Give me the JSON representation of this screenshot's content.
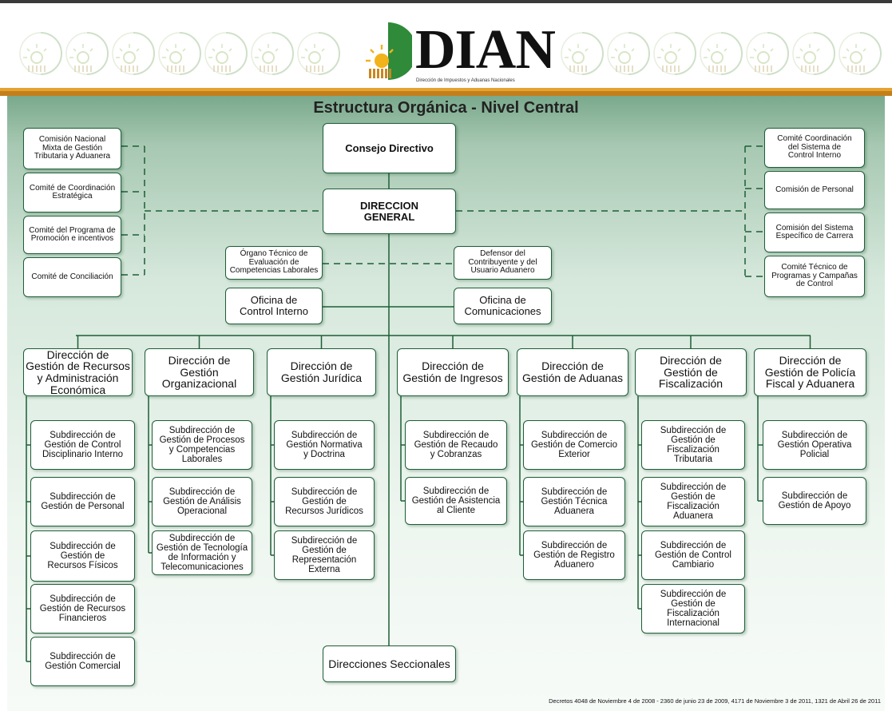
{
  "header": {
    "logo_text": "DIAN",
    "logo_subtitle": "Dirección de Impuestos y Aduanas Nacionales",
    "icon": "sun-logo-icon"
  },
  "title": "Estructura Orgánica - Nivel Central",
  "top": {
    "consejo": "Consejo Directivo",
    "direccion_general": [
      "DIRECCION",
      "GENERAL"
    ]
  },
  "left_committees": [
    [
      "Comisión Nacional",
      "Mixta de Gestión",
      "Tributaria y Aduanera"
    ],
    [
      "Comité de Coordinación",
      "Estratégica"
    ],
    [
      "Comité del Programa de",
      "Promoción e incentivos"
    ],
    [
      "Comité de Conciliación"
    ]
  ],
  "right_committees": [
    [
      "Comité Coordinación",
      "del Sistema de",
      "Control Interno"
    ],
    [
      "Comisión de Personal"
    ],
    [
      "Comisión del Sistema",
      "Específico de Carrera"
    ],
    [
      "Comité Técnico de",
      "Programas y Campañas",
      "de Control"
    ]
  ],
  "support": {
    "organo": [
      "Órgano Técnico de",
      "Evaluación de",
      "Competencias Laborales"
    ],
    "defensor": [
      "Defensor del",
      "Contribuyente y del",
      "Usuario Aduanero"
    ],
    "control_interno": [
      "Oficina de",
      "Control Interno"
    ],
    "comunicaciones": [
      "Oficina de",
      "Comunicaciones"
    ]
  },
  "directions": [
    {
      "name": [
        "Dirección de",
        "Gestión de Recursos",
        "y Administración",
        "Económica"
      ],
      "subs": [
        [
          "Subdirección de",
          "Gestión de Control",
          "Disciplinario Interno"
        ],
        [
          "Subdirección de",
          "Gestión de Personal"
        ],
        [
          "Subdirección de",
          "Gestión de",
          "Recursos Físicos"
        ],
        [
          "Subdirección de",
          "Gestión de Recursos",
          "Financieros"
        ],
        [
          "Subdirección de",
          "Gestión Comercial"
        ]
      ]
    },
    {
      "name": [
        "Dirección de",
        "Gestión",
        "Organizacional"
      ],
      "subs": [
        [
          "Subdirección de",
          "Gestión de Procesos",
          "y Competencias",
          "Laborales"
        ],
        [
          "Subdirección de",
          "Gestión de Análisis",
          "Operacional"
        ],
        [
          "Subdirección de",
          "Gestión de Tecnología",
          "de Información y",
          "Telecomunicaciones"
        ]
      ]
    },
    {
      "name": [
        "Dirección de",
        "Gestión Jurídica"
      ],
      "subs": [
        [
          "Subdirección de",
          "Gestión Normativa",
          "y Doctrina"
        ],
        [
          "Subdirección de",
          "Gestión de",
          "Recursos Jurídicos"
        ],
        [
          "Subdirección de",
          "Gestión de",
          "Representación",
          "Externa"
        ]
      ]
    },
    {
      "name": [
        "Dirección de",
        "Gestión de Ingresos"
      ],
      "subs": [
        [
          "Subdirección de",
          "Gestión de Recaudo",
          "y Cobranzas"
        ],
        [
          "Subdirección de",
          "Gestión de Asistencia",
          "al Cliente"
        ]
      ]
    },
    {
      "name": [
        "Dirección de",
        "Gestión de Aduanas"
      ],
      "subs": [
        [
          "Subdirección de",
          "Gestión de Comercio",
          "Exterior"
        ],
        [
          "Subdirección de",
          "Gestión Técnica",
          "Aduanera"
        ],
        [
          "Subdirección de",
          "Gestión de Registro",
          "Aduanero"
        ]
      ]
    },
    {
      "name": [
        "Dirección de",
        "Gestión de",
        "Fiscalización"
      ],
      "subs": [
        [
          "Subdirección de",
          "Gestión de",
          "Fiscalización",
          "Tributaria"
        ],
        [
          "Subdirección de",
          "Gestión de",
          "Fiscalización",
          "Aduanera"
        ],
        [
          "Subdirección de",
          "Gestión de Control",
          "Cambiario"
        ],
        [
          "Subdirección de",
          "Gestión de",
          "Fiscalización",
          "Internacional"
        ]
      ]
    },
    {
      "name": [
        "Dirección de",
        "Gestión de Policía",
        "Fiscal y Aduanera"
      ],
      "subs": [
        [
          "Subdirección de",
          "Gestión Operativa",
          "Policial"
        ],
        [
          "Subdirección de",
          "Gestión de Apoyo"
        ]
      ]
    }
  ],
  "seccionales": "Direcciones Seccionales",
  "footer": "Decretos 4048 de Noviembre 4 de 2008 - 2360 de junio 23 de 2009, 4171 de Noviembre 3 de 2011, 1321 de Abril 26 de 2011",
  "colors": {
    "line": "#1d5e36",
    "accent": "#e5a331",
    "logo_green": "#2f8a3a"
  }
}
